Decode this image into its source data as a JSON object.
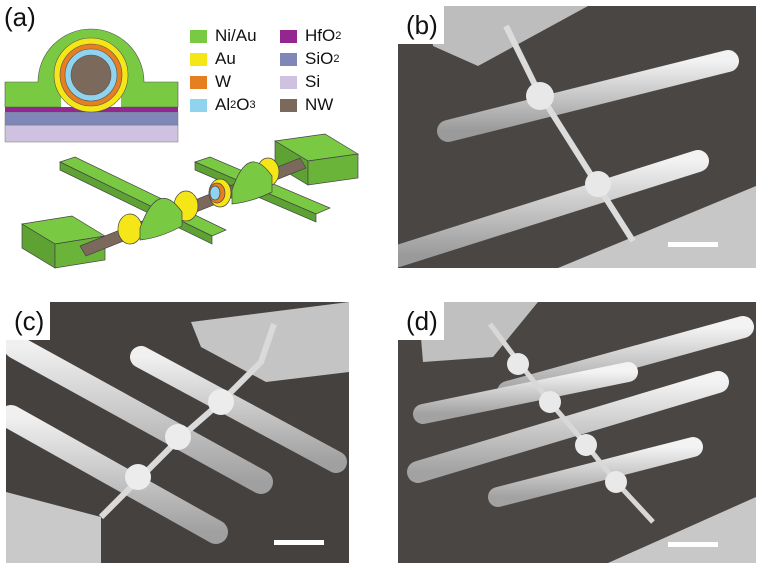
{
  "figure": {
    "panels": [
      {
        "label": "(a)"
      },
      {
        "label": "(b)"
      },
      {
        "label": "(c)"
      },
      {
        "label": "(d)"
      }
    ],
    "legend": [
      {
        "text": "Ni/Au",
        "sub": "",
        "color": "#7ac943"
      },
      {
        "text": "HfO",
        "sub": "2",
        "color": "#93278f"
      },
      {
        "text": "Au",
        "sub": "",
        "color": "#f5e617"
      },
      {
        "text": "SiO",
        "sub": "2",
        "color": "#7f86b8"
      },
      {
        "text": "W",
        "sub": "",
        "color": "#e67e22"
      },
      {
        "text": "Si",
        "sub": "",
        "color": "#cfc2e0"
      },
      {
        "text": "Al",
        "sub": "2",
        "suffix": "O",
        "sub2": "3",
        "color": "#8fd3ee"
      },
      {
        "text": "NW",
        "sub": "",
        "color": "#7b6a5c"
      }
    ]
  }
}
